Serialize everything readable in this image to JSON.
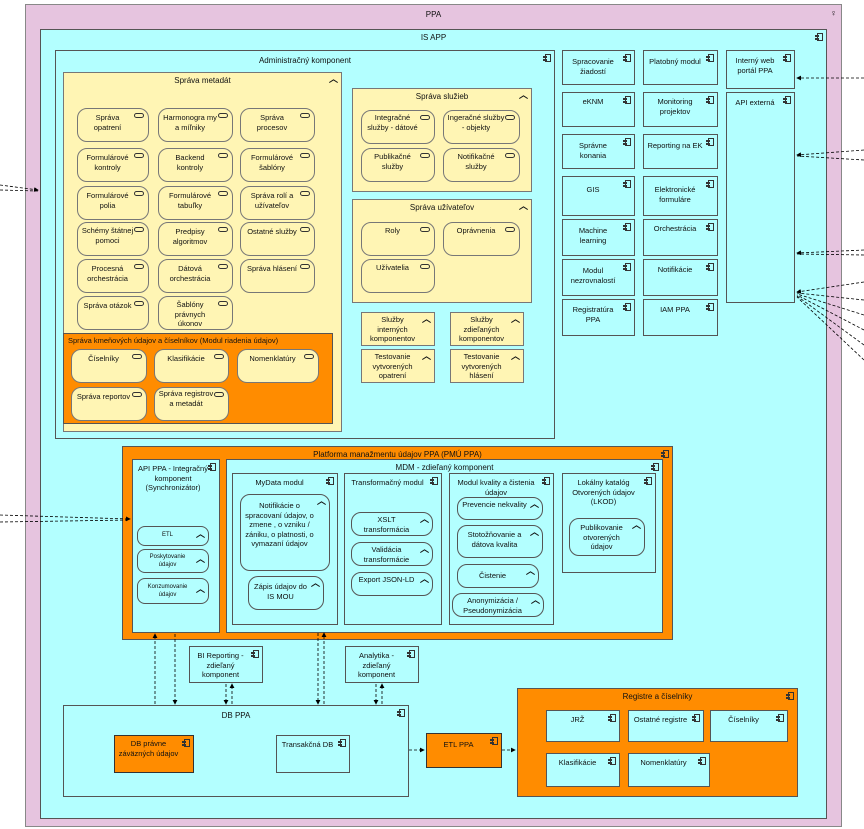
{
  "ppa": {
    "title": "PPA"
  },
  "isapp": {
    "title": "IS APP"
  },
  "admin": {
    "title": "Administračný komponent"
  },
  "metadata": {
    "title": "Správa metadát",
    "items": [
      "Správa opatrení",
      "Harmonogra my a míľniky",
      "Správa procesov",
      "Formulárové kontroly",
      "Backend kontroly",
      "Formulárové šablóny",
      "Formulárové polia",
      "Formulárové tabuľky",
      "Správa rolí a užívateľov",
      "Schémy štátnej pomoci",
      "Predpisy algoritmov",
      "Ostatné služby",
      "Procesná orchestrácia",
      "Dátová orchestrácia",
      "Správa hlásení",
      "Správa otázok",
      "Šablóny právnych úkonov"
    ]
  },
  "master": {
    "title": "Správa kmeňových údajov a číselníkov (Modul riadenia údajov)",
    "items": [
      "Číselníky",
      "Klasifikácie",
      "Nomenklatúry",
      "Správa reportov",
      "Správa registrov a metadát"
    ]
  },
  "services": {
    "title": "Správa služieb",
    "items": [
      "Integračné služby - dátové",
      "Ingeračné služby - objekty",
      "Publikačné služby",
      "Notifikačné služby"
    ]
  },
  "users": {
    "title": "Správa užívateľov",
    "items": [
      "Roly",
      "Oprávnenia",
      "Užívatelia"
    ]
  },
  "misc": {
    "items": [
      "Služby interných komponentov",
      "Služby zdieľaných komponentov",
      "Testovanie vytvorených opatrení",
      "Testovanie vytvorených hlásení"
    ]
  },
  "modules": {
    "items": [
      "Spracovanie žiadostí",
      "Platobný modul",
      "eKNM",
      "Monitoring projektov",
      "Správne konania",
      "Reporting na EK",
      "GIS",
      "Elektronické formuláre",
      "Machine learning",
      "Orchestrácia",
      "Modul nezrovnalostí",
      "Notifikácie",
      "Registratúra PPA",
      "IAM PPA"
    ]
  },
  "portal": {
    "title": "Interný web portál PPA"
  },
  "apiext": {
    "title": "API externá"
  },
  "pmu": {
    "title": "Platforma manažmentu údajov PPA (PMÚ PPA)"
  },
  "apippa": {
    "title": "API PPA - Integračný komponent (Synchronizátor)",
    "items": [
      "ETL",
      "Poskytovanie údajov",
      "Konzumovanie údajov"
    ]
  },
  "mdm": {
    "title": "MDM - zdieľaný komponent"
  },
  "mydata": {
    "title": "MyData modul",
    "items": [
      "Notifikácie o spracovaní údajov, o zmene , o vzniku / zániku, o platnosti, o vymazaní údajov",
      "Zápis údajov do IS MOU"
    ]
  },
  "transform": {
    "title": "Transformačný modul",
    "items": [
      "XSLT transformácia",
      "Validácia transformácie",
      "Export JSON-LD"
    ]
  },
  "quality": {
    "title": "Modul kvality a čistenia údajov",
    "items": [
      "Prevencie nekvality",
      "Stotožňovanie a dátova kvalita",
      "Čistenie",
      "Anonymizácia / Pseudonymizácia"
    ]
  },
  "lkod": {
    "title": "Lokálny katalóg Otvorených údajov (LKOD)",
    "items": [
      "Publikovanie otvorených údajov"
    ]
  },
  "bi": {
    "title": "BI Reporting - zdieľaný komponent"
  },
  "analytika": {
    "title": "Analytika - zdieľaný komponent"
  },
  "dbppa": {
    "title": "DB PPA",
    "items": [
      "DB právne záväzných údajov",
      "Transakčná DB"
    ]
  },
  "etl": {
    "title": "ETL PPA"
  },
  "registre": {
    "title": "Registre a číselníky",
    "items": [
      "JRŽ",
      "Ostatné registre",
      "Číselníky",
      "Klasifikácie",
      "Nomenklatúry"
    ]
  }
}
